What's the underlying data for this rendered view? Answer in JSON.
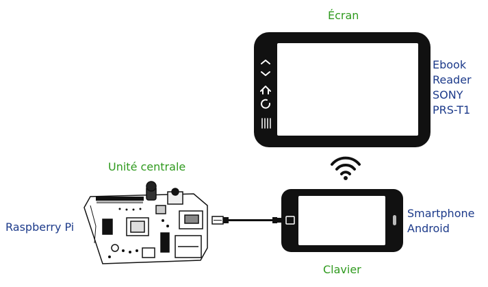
{
  "labels": {
    "screen": "Écran",
    "ebook_reader": [
      "Ebook",
      "Reader",
      "SONY",
      "PRS-T1"
    ],
    "central_unit": "Unité centrale",
    "raspberry_pi": "Raspberry Pi",
    "smartphone": [
      "Smartphone",
      "Android"
    ],
    "keyboard": "Clavier"
  },
  "icons": {
    "ereader_buttons": [
      "chevron-up-icon",
      "chevron-down-icon",
      "home-icon",
      "back-icon",
      "menu-icon"
    ],
    "link": "wifi-icon",
    "cable": "usb-cable-icon"
  },
  "colors": {
    "label_green": "#2f9a1e",
    "label_blue": "#1c3a8a",
    "device_body": "#111111",
    "screen": "#ffffff"
  }
}
